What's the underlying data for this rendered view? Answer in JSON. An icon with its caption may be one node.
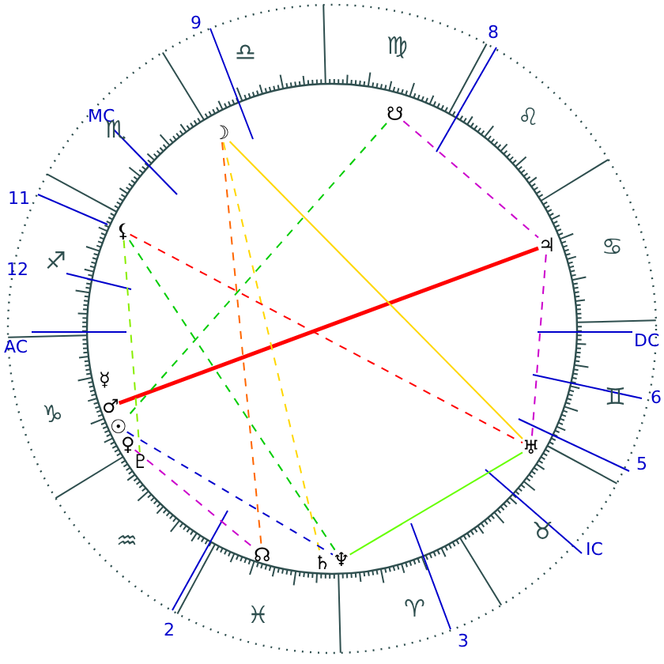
{
  "diagram": {
    "nodes": [
      {
        "text": [
          "☽"
        ]
      },
      {
        "text": [
          "☋"
        ]
      },
      {
        "text": [
          "⚸"
        ]
      },
      {
        "text": [
          "♃"
        ]
      },
      {
        "text": [
          "☿"
        ]
      },
      {
        "text": [
          "♂"
        ]
      },
      {
        "text": [
          "☉"
        ]
      },
      {
        "text": [
          "♀"
        ]
      },
      {
        "text": [
          "♇"
        ]
      },
      {
        "text": [
          "♅"
        ]
      },
      {
        "text": [
          "☊"
        ]
      },
      {
        "text": [
          "♄"
        ]
      },
      {
        "text": [
          "♆"
        ]
      }
    ],
    "edges": [
      {
        "from": 5,
        "to": 3,
        "arrow": "none",
        "style": "thick",
        "color": "#ff0000"
      },
      {
        "from": 0,
        "to": 9,
        "arrow": "none",
        "color": "#ffd700"
      },
      {
        "from": 0,
        "to": 11,
        "arrow": "none",
        "style": "dashed",
        "color": "#ffd700"
      },
      {
        "from": 0,
        "to": 10,
        "arrow": "none",
        "style": "dashed",
        "color": "#ff6600"
      },
      {
        "from": 1,
        "to": 3,
        "arrow": "none",
        "style": "dashed",
        "color": "#cc00cc"
      },
      {
        "from": 3,
        "to": 9,
        "arrow": "none",
        "style": "dashed",
        "color": "#cc00cc"
      },
      {
        "from": 1,
        "to": 6,
        "arrow": "none",
        "style": "dashed",
        "color": "#00cc00"
      },
      {
        "from": 2,
        "to": 12,
        "arrow": "none",
        "style": "dashed",
        "color": "#00cc00"
      },
      {
        "from": 2,
        "to": 8,
        "arrow": "none",
        "style": "dashed",
        "color": "#88ee00"
      },
      {
        "from": 2,
        "to": 9,
        "arrow": "none",
        "style": "dashed",
        "color": "#ff0000"
      },
      {
        "from": 9,
        "to": 12,
        "arrow": "none",
        "color": "#66ff00"
      },
      {
        "from": 6,
        "to": 12,
        "arrow": "none",
        "style": "dashed",
        "color": "#0000cc"
      },
      {
        "from": 7,
        "to": 10,
        "arrow": "none",
        "style": "dashed",
        "color": "#cc00cc"
      }
    ],
    "labels": [
      "9",
      "8",
      "MC",
      "11",
      "12",
      "AC",
      "DC",
      "6",
      "5",
      "IC",
      "3",
      "2",
      "♎",
      "♍",
      "♌",
      "♋",
      "♊",
      "♉",
      "♈",
      "♓",
      "♒",
      "♑",
      "♐",
      "♏"
    ]
  }
}
